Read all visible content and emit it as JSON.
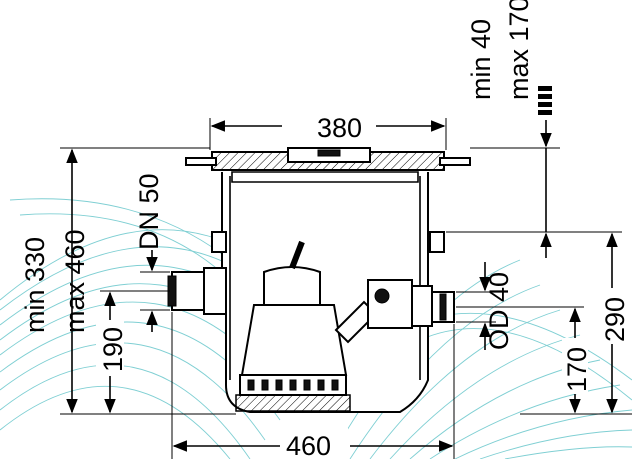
{
  "dimensions": {
    "top_width": "380",
    "bottom_width": "460",
    "min_height": "min 330",
    "max_height": "max 460",
    "inlet_height": "190",
    "inlet_dn": "DN 50",
    "outlet_od": "OD 40",
    "outlet_height": "170",
    "right_height": "290",
    "top_adjust_min": "min 40",
    "top_adjust_max": "max 170"
  },
  "colors": {
    "background_lines": "#7fcfd3",
    "line": "#000000"
  }
}
